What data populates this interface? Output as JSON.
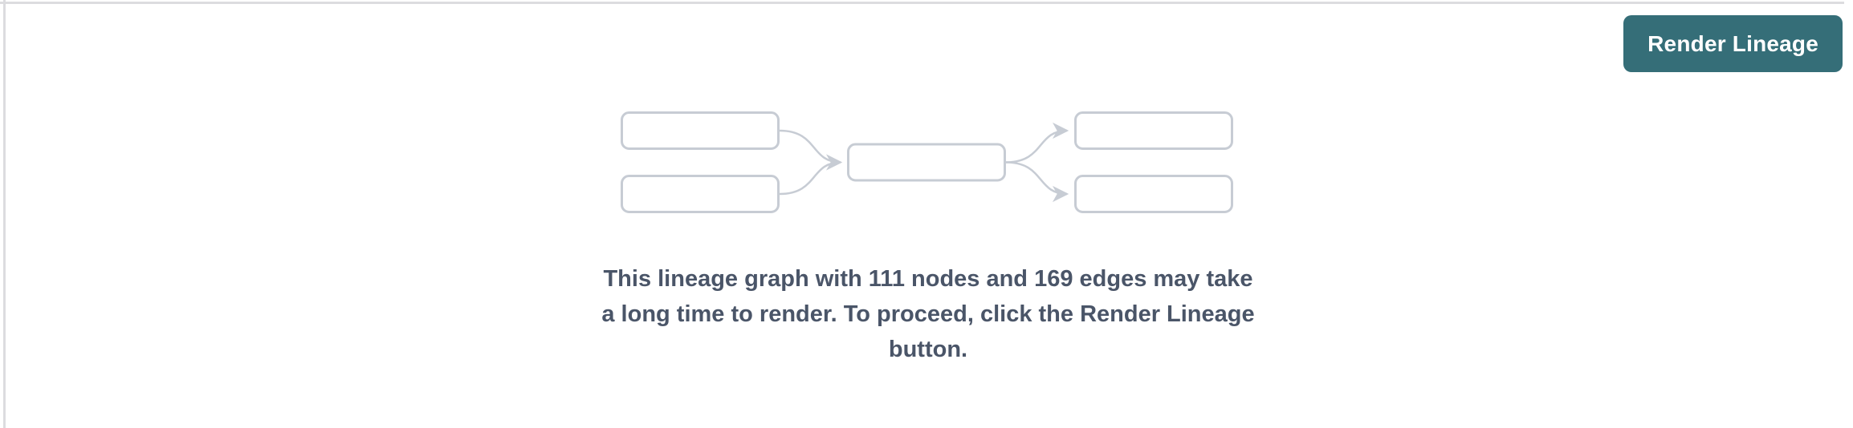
{
  "colors": {
    "button_bg": "#356e78",
    "button_text": "#ffffff",
    "diagram_stroke": "#c7ccd4",
    "message_text": "#4a5568",
    "border_line": "#dcdcdf"
  },
  "toolbar": {
    "render_button_label": "Render Lineage"
  },
  "empty_state": {
    "graphic_name": "lineage-placeholder-graph",
    "node_count": "111",
    "edge_count": "169",
    "message_lines": [
      "This lineage graph with 111 nodes and 169 edges may take",
      "a long time to render. To proceed, click the Render Lineage",
      "button."
    ]
  }
}
